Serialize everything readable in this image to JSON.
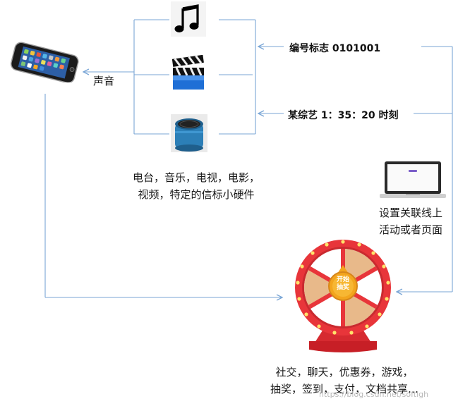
{
  "labels": {
    "sound": "声音",
    "marker_id": "编号标志 0101001",
    "variety_time": "某综艺 1：35：20 时刻",
    "devices_line1": "电台，音乐，电视，电影，",
    "devices_line2": "视频，特定的信标小硬件",
    "laptop_line1": "设置关联线上",
    "laptop_line2": "活动或者页面",
    "wheel_line1": "社交，聊天，优惠券，游戏，",
    "wheel_line2": "抽奖，签到，支付，文档共享…",
    "wheel_button_line1": "开始",
    "wheel_button_line2": "抽奖"
  },
  "watermark": "https://blog.csdn.net/softlgh",
  "icons": [
    "smartphone-icon",
    "music-note-icon",
    "video-clapper-icon",
    "speaker-icon",
    "laptop-icon",
    "prize-wheel-icon"
  ],
  "colors": {
    "arrow": "#7aa6d6",
    "wheel_red": "#e8353a",
    "wheel_tan": "#e8b98a",
    "wheel_gold": "#f3a51d"
  }
}
